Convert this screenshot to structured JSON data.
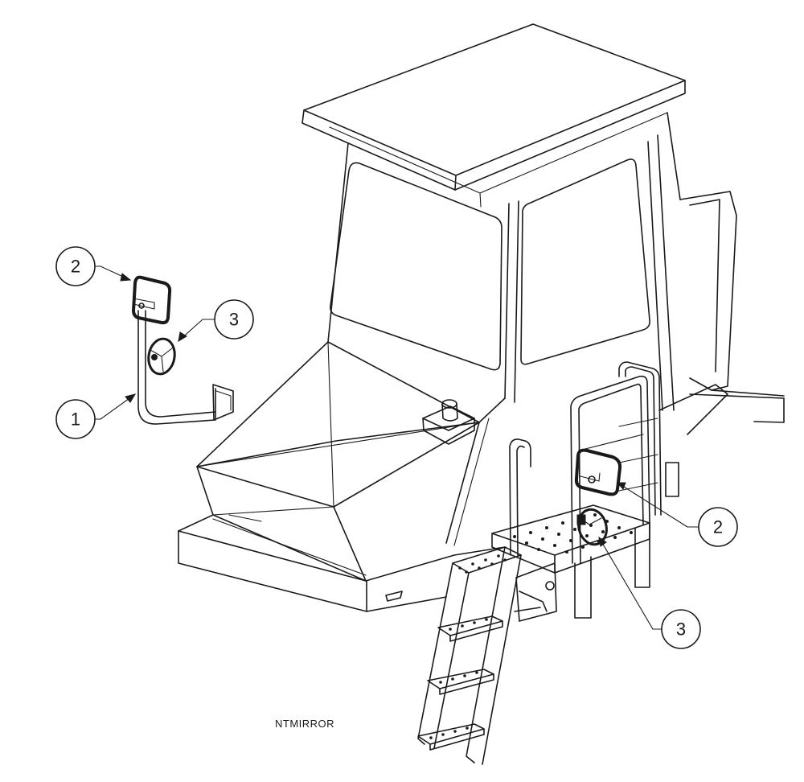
{
  "drawing": {
    "caption": "NTMIRROR",
    "callouts": [
      {
        "id": "detail-2",
        "label": "2"
      },
      {
        "id": "detail-3",
        "label": "3"
      },
      {
        "id": "detail-1",
        "label": "1"
      },
      {
        "id": "cab-2",
        "label": "2"
      },
      {
        "id": "cab-3",
        "label": "3"
      }
    ]
  }
}
